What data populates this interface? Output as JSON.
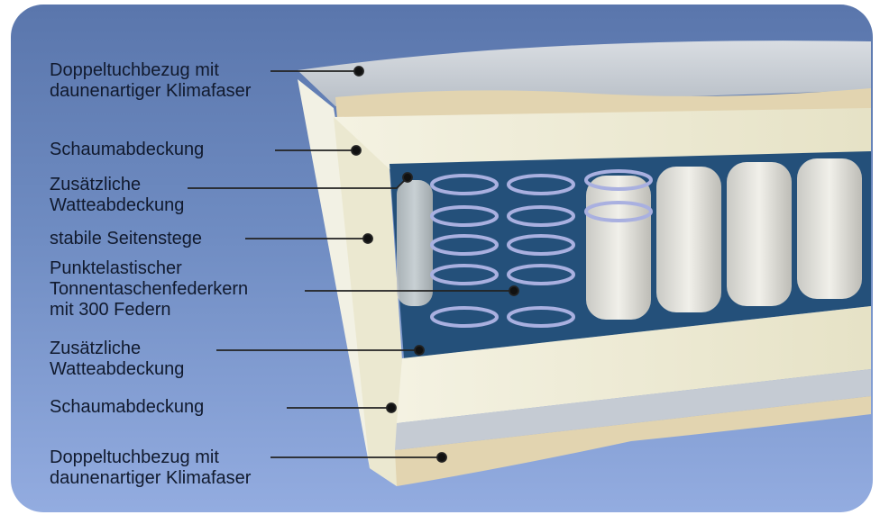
{
  "labels": [
    {
      "lines": [
        "Doppeltuchbezug mit",
        "daunenartiger Klimafaser"
      ]
    },
    {
      "lines": [
        "Schaumabdeckung"
      ]
    },
    {
      "lines": [
        "Zusätzliche",
        "Watteabdeckung"
      ]
    },
    {
      "lines": [
        "stabile Seitenstege"
      ]
    },
    {
      "lines": [
        "Punktelastischer",
        "Tonnentaschenfederkern",
        "mit 300 Federn"
      ]
    },
    {
      "lines": [
        "Zusätzliche",
        "Watteabdeckung"
      ]
    },
    {
      "lines": [
        "Schaumabdeckung"
      ]
    },
    {
      "lines": [
        "Doppeltuchbezug mit",
        "daunenartiger Klimafaser"
      ]
    }
  ],
  "colors": {
    "background": "#6f8cc2",
    "foam": "#ece9d2",
    "cover": "#c9cdd2",
    "fiber": "#e0d2ae",
    "pocket_base": "#24507a"
  }
}
